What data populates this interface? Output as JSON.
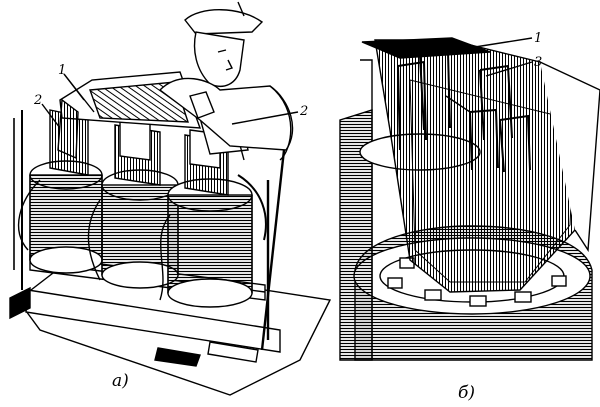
{
  "figure": {
    "left_panel": {
      "caption": "a)",
      "callouts": [
        "1",
        "2",
        "2"
      ]
    },
    "right_panel": {
      "caption": "б)",
      "callouts": [
        "1",
        "3"
      ]
    }
  },
  "colors": {
    "ink": "#000000",
    "paper": "#ffffff"
  }
}
